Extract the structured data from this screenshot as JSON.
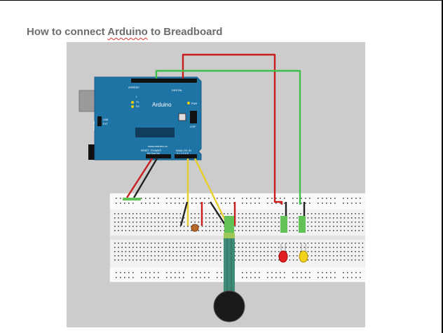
{
  "title": {
    "prefix": "How to connect ",
    "highlighted": "Arduino",
    "suffix": " to Breadboard"
  },
  "arduino": {
    "name": "Arduino",
    "url": "www.arduino.cc",
    "digital_label": "DIGITAL",
    "analog_label": "ANALOG IN",
    "power_label": "POWER",
    "icsp_label": "ICSP",
    "reset_label": "RESET",
    "tx_label": "TX",
    "rx_label": "RX",
    "pwr_label": "PWR",
    "l_label": "L",
    "aref_label": "AREF",
    "gnd_label": "GND",
    "power_pins": "5V Gnd Vin",
    "analog_pins": "0 1 2 3 4 5",
    "usb_label": "USB",
    "ext_label": "EXT",
    "pwr_sel_label": "PWR SEL"
  },
  "colors": {
    "background": "#cccccc",
    "board": "#1f74a6",
    "board_dark": "#155a86",
    "breadboard": "#f2f2f2",
    "wire_red": "#c81e1e",
    "wire_green": "#3dbf4a",
    "wire_yellow": "#e6cf2a",
    "wire_black": "#222222",
    "led_red": "#e02020",
    "led_yellow": "#f2d21b",
    "sensor_strip": "#3f8a78"
  }
}
